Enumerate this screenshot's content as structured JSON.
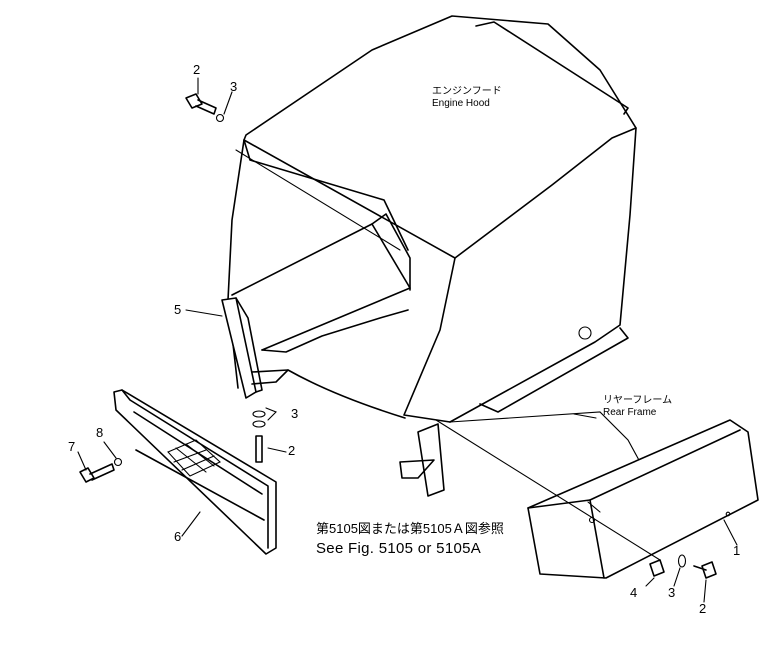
{
  "labels": {
    "engine_hood_jp": "エンジンフード",
    "engine_hood_en": "Engine Hood",
    "rear_frame_jp": "リヤーフレーム",
    "rear_frame_en": "Rear Frame",
    "reference_jp": "第5105図または第5105Ａ図参照",
    "reference_en": "See Fig. 5105 or 5105A"
  },
  "callouts": [
    "2",
    "3",
    "5",
    "3",
    "2",
    "7",
    "8",
    "6",
    "1",
    "4",
    "3",
    "2"
  ]
}
